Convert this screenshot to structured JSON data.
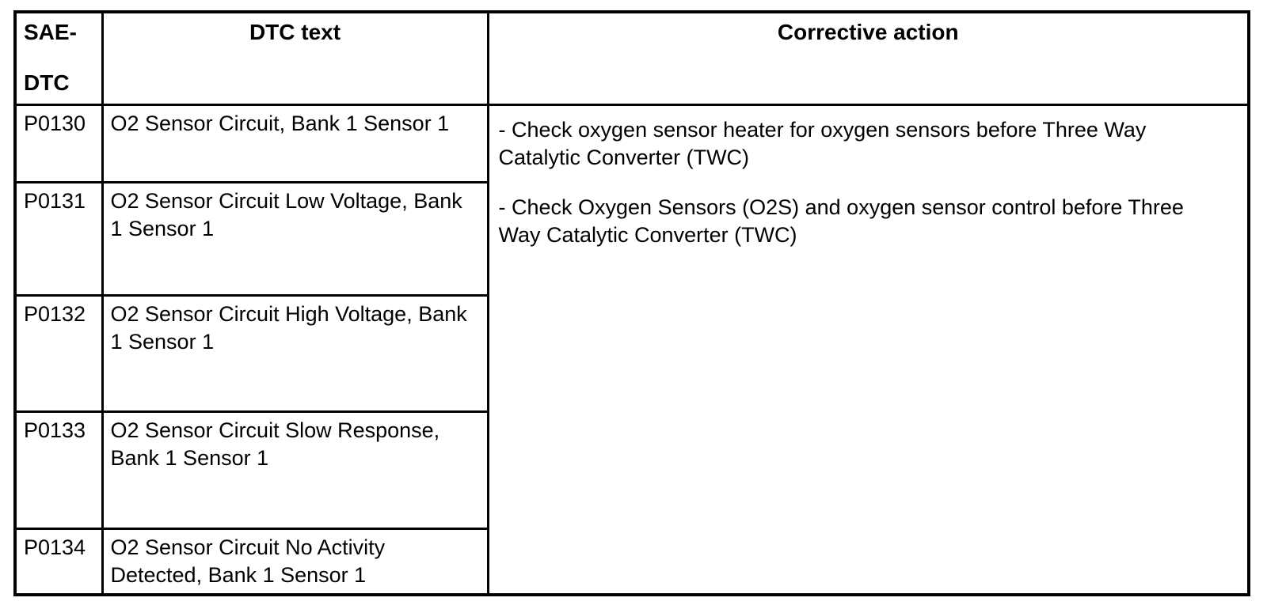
{
  "page": {
    "background_color": "#ffffff",
    "text_color": "#000000",
    "border_color": "#000000"
  },
  "table": {
    "header": {
      "col1_lines": [
        "SAE-",
        "DTC"
      ],
      "col2": "DTC text",
      "col3": "Corrective action"
    },
    "rows": [
      {
        "code": "P0130",
        "dtc_text_lines": [
          "O2 Sensor Circuit, Bank 1 Sensor 1"
        ]
      },
      {
        "code": "P0131",
        "dtc_text_lines": [
          "O2 Sensor Circuit Low Voltage, Bank",
          "1 Sensor 1"
        ]
      },
      {
        "code": "P0132",
        "dtc_text_lines": [
          "O2 Sensor Circuit High Voltage, Bank",
          "1 Sensor 1"
        ]
      },
      {
        "code": "P0133",
        "dtc_text_lines": [
          "O2 Sensor Circuit Slow Response,",
          "Bank 1 Sensor 1"
        ]
      },
      {
        "code": "P0134",
        "dtc_text_lines": [
          "O2 Sensor Circuit No Activity",
          "Detected, Bank 1 Sensor 1"
        ]
      }
    ],
    "corrective_action_paragraphs": [
      [
        "- Check oxygen sensor heater for oxygen sensors before Three Way",
        "Catalytic Converter (TWC)"
      ],
      [
        "- Check Oxygen Sensors (O2S) and oxygen sensor control before Three",
        "Way Catalytic Converter (TWC)"
      ]
    ]
  }
}
